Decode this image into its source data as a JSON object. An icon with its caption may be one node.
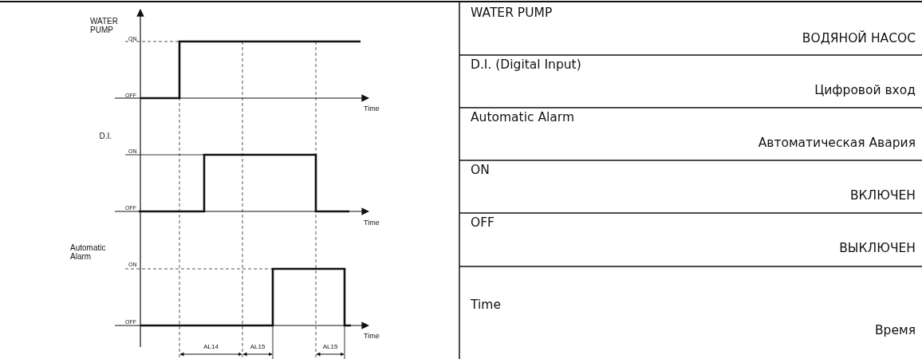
{
  "diagram": {
    "labels": [
      "WATER PUMP",
      "ON",
      "OFF",
      "Time",
      "D.I.",
      "ON",
      "OFF",
      "Time",
      "Automatic Alarm",
      "ON",
      "OFF",
      "Time",
      "AL14",
      "AL15",
      "AL15",
      "WATER PUMP",
      "ВОДЯНОЙ НАСОС",
      "D.I. (Digital Input)",
      "Цифровой вход",
      "Automatic Alarm",
      "Автоматическая Авария",
      "ON",
      "ВКЛЮЧЕН",
      "OFF",
      "ВЫКЛЮЧЕН",
      "Time",
      "Время"
    ]
  }
}
